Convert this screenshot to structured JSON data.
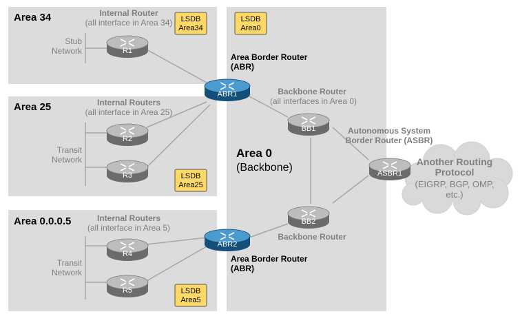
{
  "colors": {
    "area_fill": "#dcdcdc",
    "abr_blue": "#1f6fa6",
    "router_grey": "#8c8c8c",
    "lsdb_fill": "#ffd966",
    "link_grey": "#a6a6a6",
    "cloud_fill": "#d9d9d9"
  },
  "areas": {
    "area34": {
      "title": "Area 34",
      "caption_line1": "Internal Router",
      "caption_line2": "(all interface in Area 34)",
      "stub_line1": "Stub",
      "stub_line2": "Network",
      "lsdb_line1": "LSDB",
      "lsdb_line2": "Area34"
    },
    "area25": {
      "title": "Area 25",
      "caption_line1": "Internal Routers",
      "caption_line2": "(all interface in Area 25)",
      "transit_line1": "Transit",
      "transit_line2": "Network",
      "lsdb_line1": "LSDB",
      "lsdb_line2": "Area25"
    },
    "area5": {
      "title": "Area 0.0.0.5",
      "caption_line1": "Internal Routers",
      "caption_line2": "(all interface in Area 5)",
      "transit_line1": "Transit",
      "transit_line2": "Network",
      "lsdb_line1": "LSDB",
      "lsdb_line2": "Area5"
    },
    "area0": {
      "title_line1": "Area 0",
      "title_line2": "(Backbone)",
      "lsdb_line1": "LSDB",
      "lsdb_line2": "Area0"
    }
  },
  "routers": {
    "r1": "R1",
    "r2": "R2",
    "r3": "R3",
    "r4": "R4",
    "r5": "R5",
    "abr1": "ABR1",
    "abr2": "ABR2",
    "bb1": "BB1",
    "bb2": "BB2",
    "asbr1": "ASBR1"
  },
  "labels": {
    "abr1_line1": "Area Border Router",
    "abr1_line2": "(ABR)",
    "abr2_line1": "Area Border Router",
    "abr2_line2": "(ABR)",
    "bb1_line1": "Backbone Router",
    "bb1_line2": "(all interfaces in Area 0)",
    "bb2_line1": "Backbone Router",
    "asbr_line1": "Autonomous System",
    "asbr_line2": "Border Router (ASBR)"
  },
  "cloud": {
    "line1": "Another Routing",
    "line2": "Protocol",
    "line3": "(EIGRP, BGP, OMP,",
    "line4": "etc.)"
  }
}
